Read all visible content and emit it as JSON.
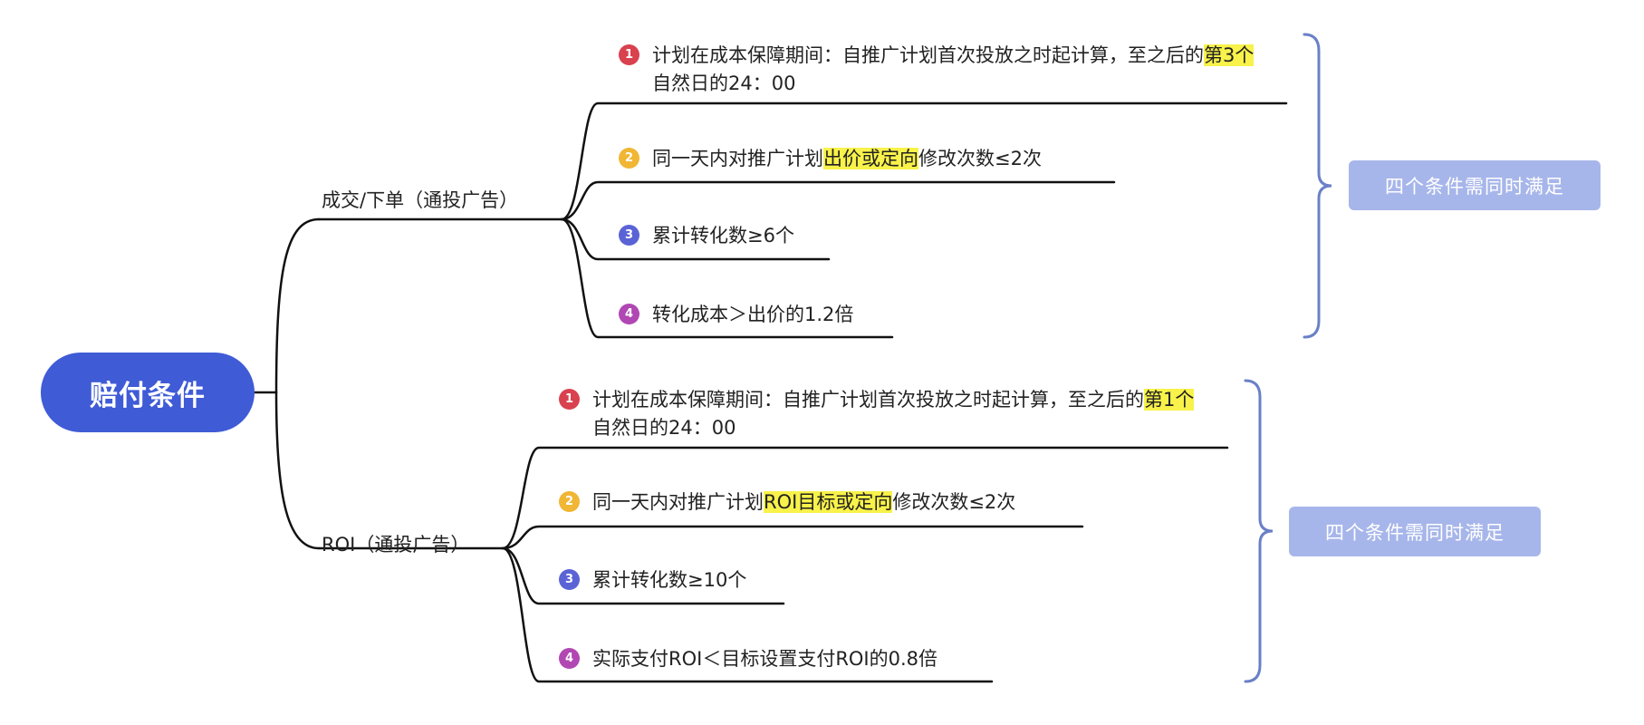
{
  "root": {
    "label": "赔付条件"
  },
  "colors": {
    "root": "#3F5BD6",
    "line": "#111111",
    "bracket": "#6A80C7",
    "note_bg": "#A7B6EA",
    "highlight": "#F8F24A",
    "num1": "#D9414E",
    "num2": "#F0B634",
    "num3": "#5A63D6",
    "num4": "#B047B3"
  },
  "branches": [
    {
      "label": "成交/下单（通投广告）",
      "note": "四个条件需同时满足",
      "items": [
        {
          "num": "1",
          "pre": "计划在成本保障期间：自推广计划首次投放之时起计算，至之后的",
          "hl": "第3个",
          "post": "自然日的24：00"
        },
        {
          "num": "2",
          "pre": "同一天内对推广计划",
          "hl": "出价或定向",
          "post": "修改次数≤2次"
        },
        {
          "num": "3",
          "pre": "累计转化数≥6个",
          "hl": "",
          "post": ""
        },
        {
          "num": "4",
          "pre": "转化成本＞出价的1.2倍",
          "hl": "",
          "post": ""
        }
      ]
    },
    {
      "label": "ROI（通投广告）",
      "note": "四个条件需同时满足",
      "items": [
        {
          "num": "1",
          "pre": "计划在成本保障期间：自推广计划首次投放之时起计算，至之后的",
          "hl": "第1个",
          "post": "自然日的24：00"
        },
        {
          "num": "2",
          "pre": "同一天内对推广计划",
          "hl": "ROI目标或定向",
          "post": "修改次数≤2次"
        },
        {
          "num": "3",
          "pre": "累计转化数≥10个",
          "hl": "",
          "post": ""
        },
        {
          "num": "4",
          "pre": "实际支付ROI＜目标设置支付ROI的0.8倍",
          "hl": "",
          "post": ""
        }
      ]
    }
  ]
}
